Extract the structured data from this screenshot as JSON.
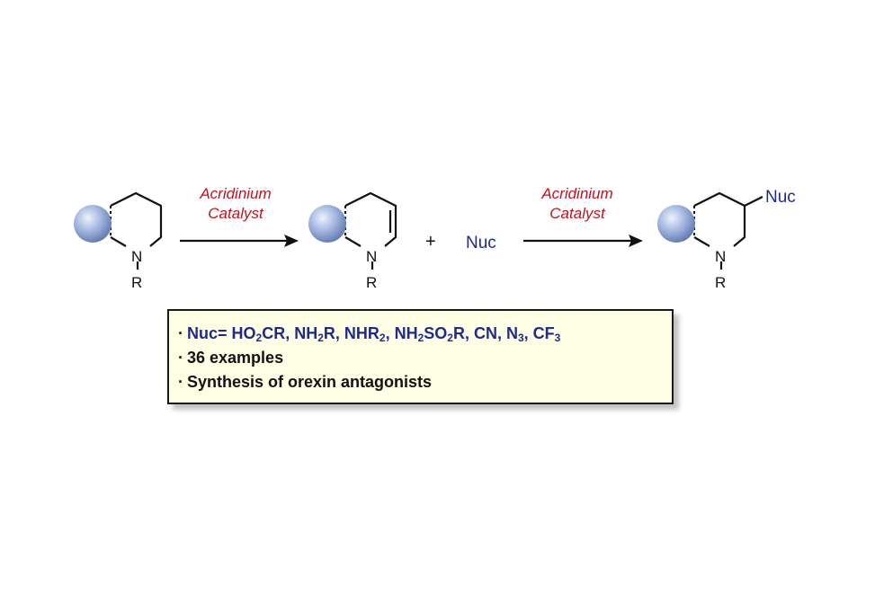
{
  "reaction": {
    "step1_catalyst": [
      "Acridinium",
      "Catalyst"
    ],
    "step2_catalyst": [
      "Acridinium",
      "Catalyst"
    ],
    "nitrogen_label": "N",
    "substituent_label": "R",
    "plus_sign": "+",
    "reagent": "Nuc",
    "product_substituent": "Nuc"
  },
  "colors": {
    "catalyst_text": "#c0121a",
    "nuc_text": "#1f2a8c",
    "box_fill": "#ffffe6",
    "sphere": "#9fb1d9"
  },
  "summary": {
    "bullet": "·",
    "nuc_prefix": "Nuc= ",
    "nuc_list": [
      {
        "text": "HO",
        "sub": "2"
      },
      {
        "text": "CR, NH",
        "sub": "2"
      },
      {
        "text": "R, NHR",
        "sub": "2"
      },
      {
        "text": ", NH",
        "sub": "2"
      },
      {
        "text": "SO",
        "sub": "2"
      },
      {
        "text": "R, CN, N",
        "sub": "3"
      },
      {
        "text": ", CF",
        "sub": "3"
      }
    ],
    "line2": "36 examples",
    "line3": "Synthesis of orexin antagonists"
  }
}
